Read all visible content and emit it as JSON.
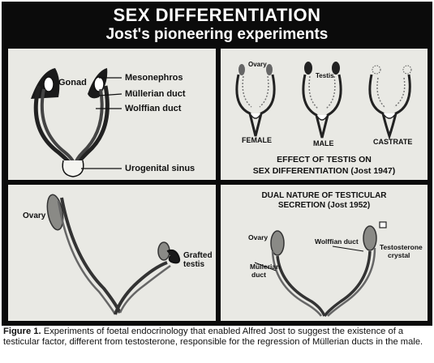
{
  "header": {
    "title": "SEX DIFFERENTIATION",
    "subtitle": "Jost's pioneering experiments"
  },
  "panel_tl": {
    "gonad": "Gonad",
    "mesonephros": "Mesonephros",
    "mullerian_duct": "Müllerian duct",
    "wolffian_duct": "Wolffian duct",
    "urogenital_sinus": "Urogenital sinus"
  },
  "panel_tr": {
    "ovary": "Ovary",
    "testis": "Testis",
    "female": "FEMALE",
    "male": "MALE",
    "castrate": "CASTRATE",
    "caption_line1": "EFFECT OF TESTIS ON",
    "caption_line2": "SEX DIFFERENTIATION (Jost 1947)"
  },
  "panel_bl": {
    "ovary": "Ovary",
    "grafted_line1": "Grafted",
    "grafted_line2": "testis"
  },
  "panel_br": {
    "heading_line1": "DUAL NATURE OF TESTICULAR",
    "heading_line2": "SECRETION (Jost 1952)",
    "ovary": "Ovary",
    "wolffian_duct": "Wolffian duct",
    "testosterone_line1": "Testosterone",
    "testosterone_line2": "crystal",
    "mullerian_line1": "Müllerian",
    "mullerian_line2": "duct"
  },
  "figure_caption": {
    "label": "Figure 1.",
    "text": " Experiments of foetal endocrinology that enabled Alfred Jost to suggest the existence of a testicular factor, different from testosterone, responsible for the regression of Müllerian ducts in the male."
  }
}
